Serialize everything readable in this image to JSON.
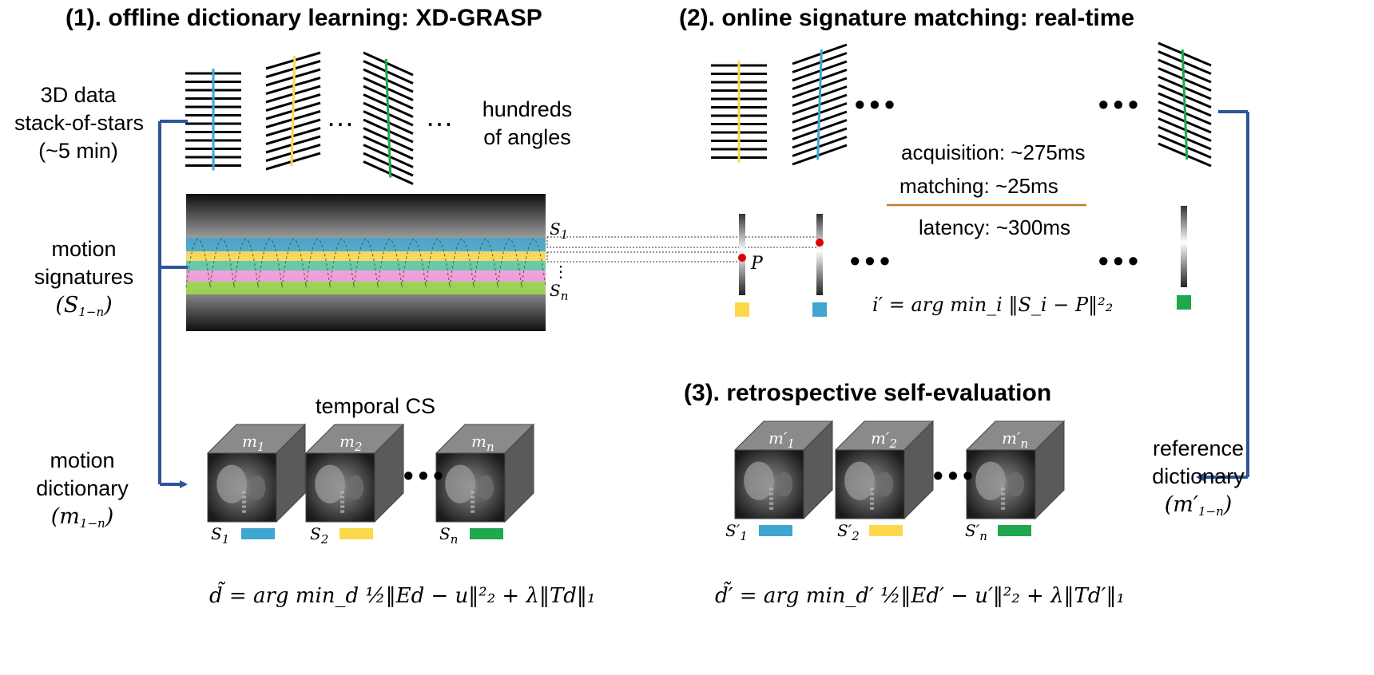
{
  "colors": {
    "arrow": "#2f5597",
    "blue": "#3fa6cf",
    "yellow": "#fcd84c",
    "green": "#1fa84e",
    "pink": "#f29cdc",
    "lime": "#9fd84f",
    "red": "#e00000",
    "separator": "#c07a2c"
  },
  "section1": {
    "title": "(1). offline dictionary learning: XD-GRASP",
    "label_3d": [
      "3D data",
      "stack-of-stars",
      "(~5 min)"
    ],
    "label_angles": [
      "hundreds",
      "of angles"
    ],
    "label_signatures": [
      "motion",
      "signatures"
    ],
    "label_signatures_sym": "(S",
    "label_signatures_sub": "1−n",
    "label_dictionary": [
      "motion",
      "dictionary"
    ],
    "label_dictionary_sym": "(m",
    "label_dictionary_sub": "1−n",
    "label_temporal": "temporal CS",
    "sig_first": "S",
    "sig_first_sub": "1",
    "sig_last": "S",
    "sig_last_sub": "n",
    "cubes": [
      {
        "label": "m",
        "sub": "1",
        "sig": "S",
        "sig_sub": "1",
        "color": "blue"
      },
      {
        "label": "m",
        "sub": "2",
        "sig": "S",
        "sig_sub": "2",
        "color": "yellow"
      },
      {
        "label": "m",
        "sub": "n",
        "sig": "S",
        "sig_sub": "n",
        "color": "green"
      }
    ],
    "formula": "d̃ = arg min_d ½‖Ed − u‖²₂ + λ‖Td‖₁",
    "dots": "…",
    "big_dots": "•••"
  },
  "section2": {
    "title": "(2). online signature matching: real-time",
    "acquisition": "acquisition: ~275ms",
    "matching": "matching: ~25ms",
    "latency": "latency: ~300ms",
    "point_label": "P",
    "formula": "i′ = arg min_i ‖S_i − P‖²₂",
    "dots": "•••"
  },
  "section3": {
    "title": "(3). retrospective self-evaluation",
    "label_reference": [
      "reference",
      "dictionary"
    ],
    "label_reference_sym": "(m′",
    "label_reference_sub": "1−n",
    "cubes": [
      {
        "label": "m′",
        "sub": "1",
        "sig": "S′",
        "sig_sub": "1",
        "color": "blue"
      },
      {
        "label": "m′",
        "sub": "2",
        "sig": "S′",
        "sig_sub": "2",
        "color": "yellow"
      },
      {
        "label": "m′",
        "sub": "n",
        "sig": "S′",
        "sig_sub": "n",
        "color": "green"
      }
    ],
    "formula": "d̃′ = arg min_d′ ½‖Ed′ − u′‖²₂ + λ‖Td′‖₁",
    "big_dots": "•••"
  }
}
